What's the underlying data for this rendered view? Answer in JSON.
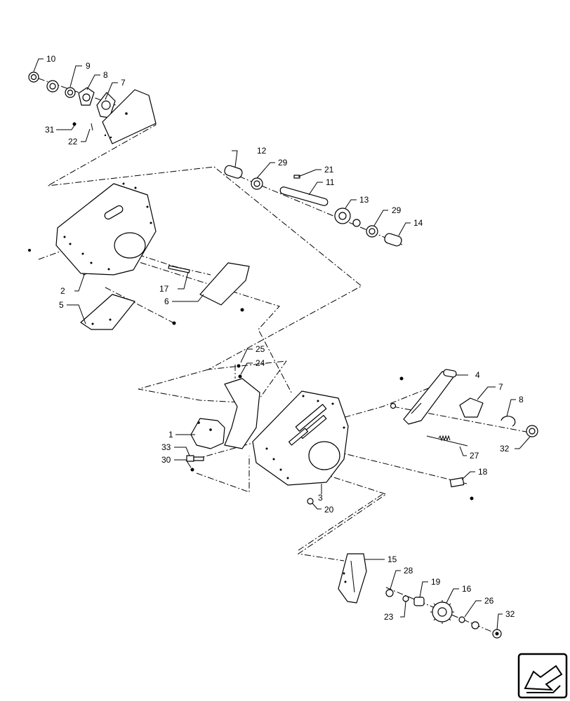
{
  "callouts": {
    "c1": "1",
    "c2": "2",
    "c3": "3",
    "c4": "4",
    "c5": "5",
    "c6": "6",
    "c7a": "7",
    "c7b": "7",
    "c8a": "8",
    "c8b": "8",
    "c9": "9",
    "c10": "10",
    "c11": "11",
    "c12": "12",
    "c13": "13",
    "c14": "14",
    "c15": "15",
    "c16": "16",
    "c17": "17",
    "c18": "18",
    "c19": "19",
    "c20": "20",
    "c21": "21",
    "c22": "22",
    "c23": "23",
    "c24": "24",
    "c25": "25",
    "c26": "26",
    "c27": "27",
    "c28": "28",
    "c29a": "29",
    "c29b": "29",
    "c30": "30",
    "c31": "31",
    "c32a": "32",
    "c32b": "32",
    "c33": "33"
  },
  "icons": {
    "nav": "next-page-arrow-icon"
  }
}
